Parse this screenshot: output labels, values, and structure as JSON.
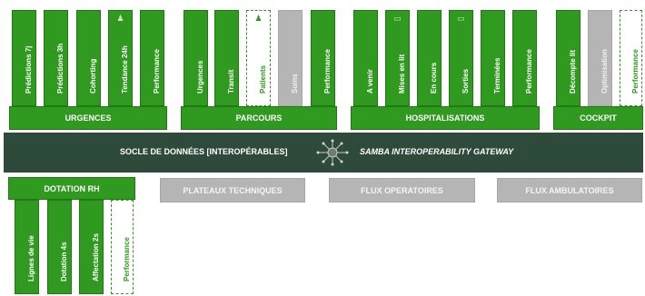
{
  "urgences": {
    "label": "URGENCES",
    "tiles": [
      "Prédictions 7j",
      "Prédictions 3h",
      "Cohorting",
      "Tendance 24h",
      "Performance"
    ]
  },
  "parcours": {
    "label": "PARCOURS",
    "tiles": [
      "Urgences",
      "Transit",
      "Patients",
      "Soins",
      "Performance"
    ]
  },
  "hospitalisations": {
    "label": "HOSPITALISATIONS",
    "tiles": [
      "A venir",
      "Mises en lit",
      "En cours",
      "Sorties",
      "Terminées",
      "Performance"
    ]
  },
  "cockpit": {
    "label": "COCKPIT",
    "tiles": [
      "Décompte lit",
      "Optimisation",
      "Performance"
    ]
  },
  "socle": {
    "left": "SOCLE DE DONNÉES [INTEROPÉRABLES]",
    "right": "SAMBA INTEROPERABILITY GATEWAY"
  },
  "dotation": {
    "label": "DOTATION RH",
    "tiles": [
      "Lignes de vie",
      "Dotation 4s",
      "Affectation 2s",
      "Performance"
    ]
  },
  "grey_bars": [
    "PLATEAUX TECHNIQUES",
    "FLUX OPERATOIRES",
    "FLUX AMBULATOIRES"
  ],
  "icons": {
    "tendance": "person-icon",
    "patients": "person-icon",
    "mises_en_lit": "bed-icon",
    "sorties": "exit-icon",
    "gateway": "network-hub-icon"
  },
  "colors": {
    "green": "#2f9a1f",
    "dark": "#2e4a3a",
    "grey": "#b5b5b5"
  }
}
